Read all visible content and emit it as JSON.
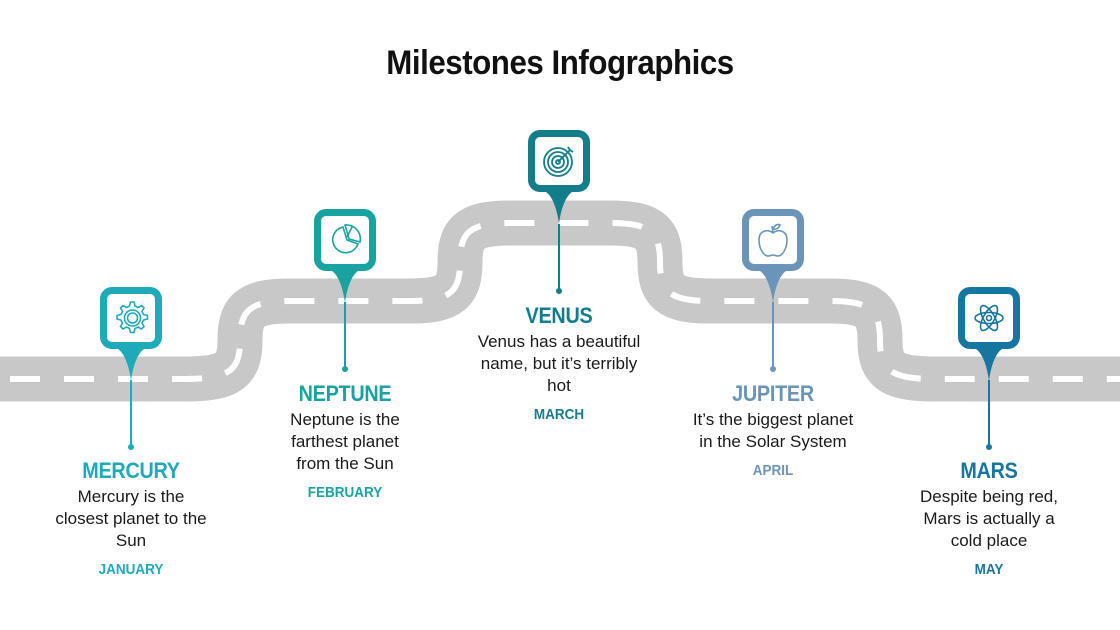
{
  "header": {
    "title": "Milestones Infographics"
  },
  "colors": {
    "road": "#c8c8c8",
    "lane_marking": "#ffffff",
    "mercury": "#1eaab8",
    "neptune": "#18a3a0",
    "venus": "#137d8c",
    "jupiter": "#6a95b8",
    "mars": "#1776a0"
  },
  "milestones": [
    {
      "name": "MERCURY",
      "description": "Mercury is the closest planet to the Sun",
      "month": "JANUARY",
      "icon": "gear-icon",
      "color": "#1eaab8"
    },
    {
      "name": "NEPTUNE",
      "description": "Neptune is the farthest planet from the Sun",
      "month": "FEBRUARY",
      "icon": "pie-chart-icon",
      "color": "#18a3a0"
    },
    {
      "name": "VENUS",
      "description": "Venus has a beautiful name, but it’s terribly hot",
      "month": "MARCH",
      "icon": "target-icon",
      "color": "#137d8c"
    },
    {
      "name": "JUPITER",
      "description": "It’s the biggest planet in the Solar System",
      "month": "APRIL",
      "icon": "apple-icon",
      "color": "#6a95b8"
    },
    {
      "name": "MARS",
      "description": "Despite being red, Mars is actually a cold place",
      "month": "MAY",
      "icon": "atom-icon",
      "color": "#1776a0"
    }
  ]
}
